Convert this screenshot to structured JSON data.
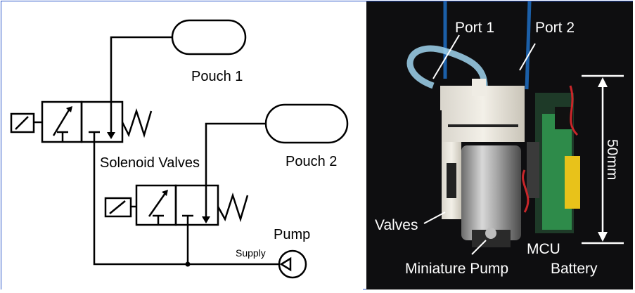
{
  "schematic": {
    "pouch1_label": "Pouch 1",
    "pouch2_label": "Pouch 2",
    "valves_label": "Solenoid Valves",
    "pump_label": "Pump",
    "supply_label": "Supply"
  },
  "photo": {
    "port1_label": "Port 1",
    "port2_label": "Port 2",
    "dimension_label": "50mm",
    "valves_label": "Valves",
    "pump_label": "Miniature Pump",
    "mcu_label": "MCU",
    "battery_label": "Battery"
  },
  "colors": {
    "frame": "#2a55c8",
    "photo_background": "#0e0e10",
    "tube": "#9fd4ef",
    "battery": "#e8c21a",
    "pcb": "#2e8b4a"
  }
}
